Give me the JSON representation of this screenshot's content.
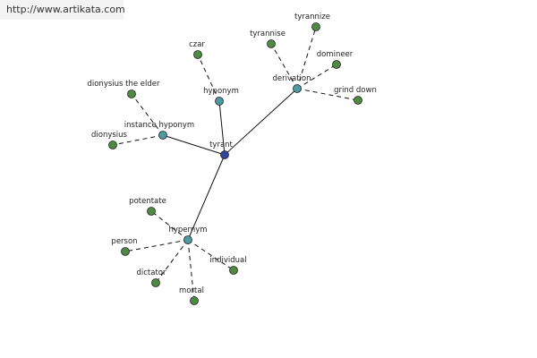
{
  "watermark": "http://www.artikata.com",
  "colors": {
    "root": "#33449c",
    "relation": "#4d9aa0",
    "leaf": "#4f8a43",
    "edge": "#111111",
    "watermark_bg": "#f3f3f3"
  },
  "graph": {
    "root": {
      "label": "tyrant"
    },
    "relations": [
      {
        "id": "hyponym",
        "label": "hyponym",
        "leaves": [
          "czar"
        ]
      },
      {
        "id": "instance-hyponym",
        "label": "instance hyponym",
        "leaves": [
          "dionysius the elder",
          "dionysius"
        ]
      },
      {
        "id": "derivation",
        "label": "derivation",
        "leaves": [
          "tyrannise",
          "tyrannize",
          "domineer",
          "grind down"
        ]
      },
      {
        "id": "hypernym",
        "label": "hypernym",
        "leaves": [
          "potentate",
          "person",
          "dictator",
          "mortal",
          "individual"
        ]
      }
    ]
  }
}
